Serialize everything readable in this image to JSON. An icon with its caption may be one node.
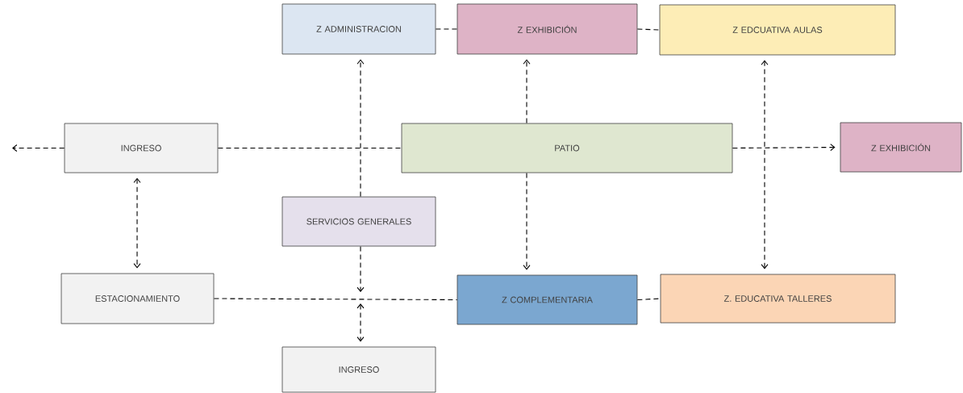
{
  "diagram": {
    "nodes": [
      {
        "text": [
          "Z ADMINISTRACION"
        ]
      },
      {
        "text": [
          "Z EXHIBICIÓN"
        ]
      },
      {
        "text": [
          "Z EDCUATIVA  AULAS"
        ]
      },
      {
        "text": [
          "INGRESO"
        ]
      },
      {
        "text": [
          "PATIO"
        ]
      },
      {
        "text": [
          "Z EXHIBICIÓN"
        ]
      },
      {
        "text": [
          "SERVICIOS GENERALES"
        ]
      },
      {
        "text": [
          "ESTACIONAMIENTO"
        ]
      },
      {
        "text": [
          "Z COMPLEMENTARIA"
        ]
      },
      {
        "text": [
          "Z. EDUCATIVA TALLERES"
        ]
      },
      {
        "text": [
          "INGRESO"
        ]
      }
    ],
    "edges": [
      {
        "from": 0,
        "to": 1,
        "arrow": "none",
        "style": "dashed"
      },
      {
        "from": 1,
        "to": 2,
        "arrow": "none",
        "style": "dashed"
      },
      {
        "from": 3,
        "to": null,
        "arrow": "to",
        "style": "dashed"
      },
      {
        "from": 3,
        "to": 4,
        "arrow": "none",
        "style": "dashed"
      },
      {
        "from": 6,
        "to": 0,
        "arrow": "to",
        "style": "dashed"
      },
      {
        "from": 4,
        "to": 1,
        "arrow": "to",
        "style": "dashed"
      },
      {
        "from": 4,
        "to": 5,
        "arrow": "to",
        "style": "dashed"
      },
      {
        "from": 2,
        "to": 9,
        "arrow": "both",
        "style": "dashed"
      },
      {
        "from": 4,
        "to": 8,
        "arrow": "to",
        "style": "dashed"
      },
      {
        "from": 3,
        "to": 7,
        "arrow": "both",
        "style": "dashed"
      },
      {
        "from": 6,
        "to": null,
        "arrow": "to",
        "style": "dashed"
      },
      {
        "from": null,
        "to": 10,
        "arrow": "both",
        "style": "dashed"
      },
      {
        "from": 7,
        "to": 8,
        "arrow": "none",
        "style": "dashed"
      },
      {
        "from": 8,
        "to": 9,
        "arrow": "none",
        "style": "dashed"
      }
    ]
  }
}
